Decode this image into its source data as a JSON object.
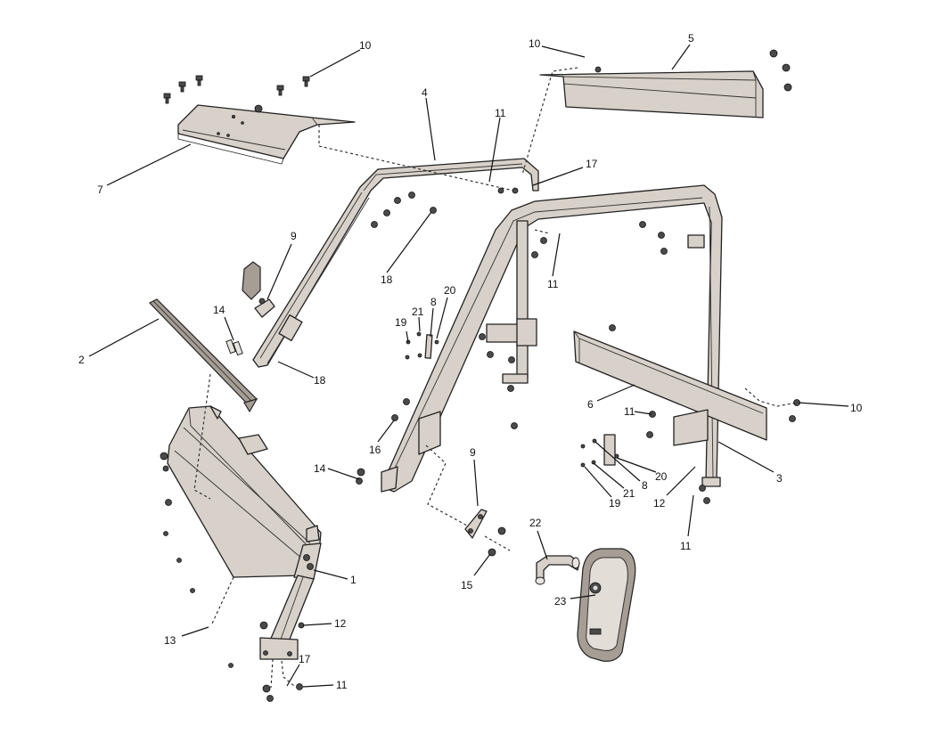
{
  "callouts": [
    "1",
    "2",
    "3",
    "4",
    "5",
    "6",
    "7",
    "8",
    "9",
    "10",
    "11",
    "12",
    "13",
    "14",
    "15",
    "16",
    "17",
    "18",
    "19",
    "20",
    "21",
    "22",
    "23"
  ],
  "labels": [
    {
      "t": "10"
    },
    {
      "t": "10"
    },
    {
      "t": "5"
    },
    {
      "t": "4"
    },
    {
      "t": "11"
    },
    {
      "t": "17"
    },
    {
      "t": "7"
    },
    {
      "t": "9"
    },
    {
      "t": "18"
    },
    {
      "t": "11"
    },
    {
      "t": "14"
    },
    {
      "t": "21"
    },
    {
      "t": "8"
    },
    {
      "t": "20"
    },
    {
      "t": "19"
    },
    {
      "t": "2"
    },
    {
      "t": "18"
    },
    {
      "t": "6"
    },
    {
      "t": "11"
    },
    {
      "t": "10"
    },
    {
      "t": "16"
    },
    {
      "t": "14"
    },
    {
      "t": "9"
    },
    {
      "t": "20"
    },
    {
      "t": "8"
    },
    {
      "t": "21"
    },
    {
      "t": "19"
    },
    {
      "t": "12"
    },
    {
      "t": "3"
    },
    {
      "t": "11"
    },
    {
      "t": "22"
    },
    {
      "t": "1"
    },
    {
      "t": "15"
    },
    {
      "t": "23"
    },
    {
      "t": "12"
    },
    {
      "t": "13"
    },
    {
      "t": "17"
    },
    {
      "t": "11"
    }
  ]
}
